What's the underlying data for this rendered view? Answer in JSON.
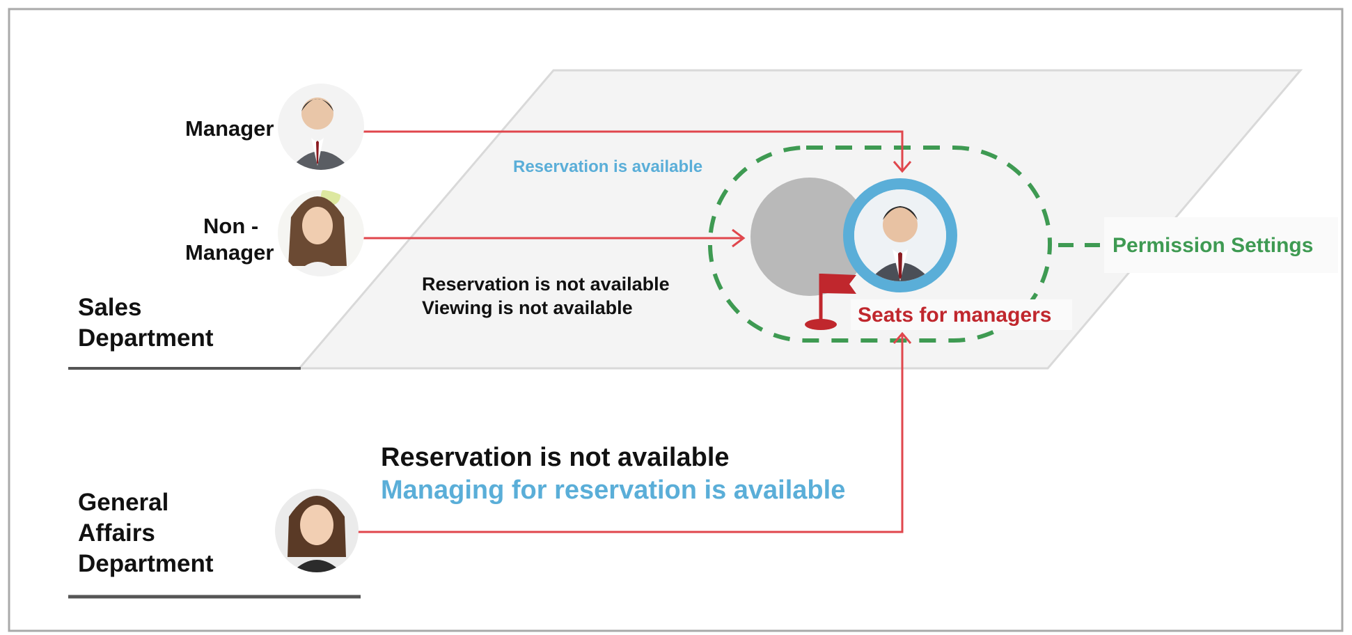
{
  "sales_department": {
    "label_line1": "Sales",
    "label_line2": "Department",
    "manager": {
      "label": "Manager"
    },
    "non_manager": {
      "label_line1": "Non -",
      "label_line2": "Manager"
    }
  },
  "general_affairs": {
    "label_line1": "General",
    "label_line2": "Affairs",
    "label_line3": "Department"
  },
  "annotations": {
    "manager_access": "Reservation is available",
    "non_manager_access_line1": "Reservation is not available",
    "non_manager_access_line2": "Viewing is not available",
    "general_affairs_line1": "Reservation is not available",
    "general_affairs_line2": "Managing for reservation is available"
  },
  "seat": {
    "label": "Seats for managers"
  },
  "permission": {
    "label": "Permission Settings"
  },
  "colors": {
    "arrow": "#e0464c",
    "dashed": "#3e9a52",
    "ring": "#5aaed8",
    "flag": "#c0272d",
    "floor": "#f4f4f4"
  }
}
